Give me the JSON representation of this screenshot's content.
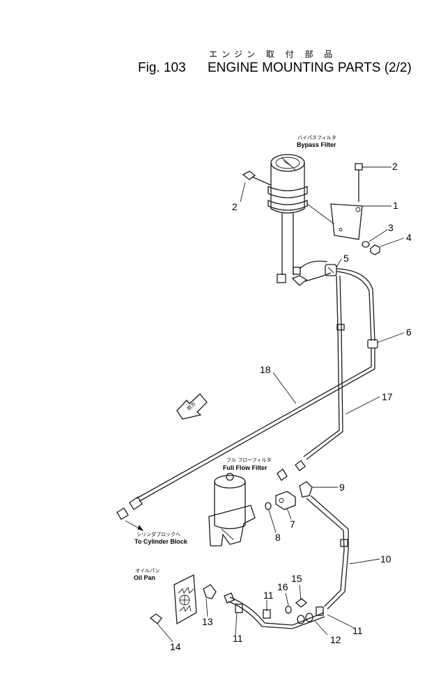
{
  "header": {
    "japanese_title": "エンジン 取 付 部 品",
    "figure_label": "Fig. 103",
    "title": "ENGINE MOUNTING PARTS (2/2)"
  },
  "labels": {
    "bypass_filter_jp": "バイパスフィルタ",
    "bypass_filter_en": "Bypass Filter",
    "full_flow_filter_jp": "フル フローフィルタ",
    "full_flow_filter_en": "Full Flow Filter",
    "cylinder_block_jp": "シリンダブロックへ",
    "cylinder_block_en": "To Cylinder Block",
    "oil_pan_jp": "オイルパン",
    "oil_pan_en": "Oil Pan",
    "front_arrow": "前方"
  },
  "callouts": {
    "c1": "1",
    "c2a": "2",
    "c2b": "2",
    "c3": "3",
    "c4": "4",
    "c5": "5",
    "c6": "6",
    "c7": "7",
    "c8": "8",
    "c9": "9",
    "c10": "10",
    "c11a": "11",
    "c11b": "11",
    "c11c": "11",
    "c12": "12",
    "c13": "13",
    "c14": "14",
    "c15": "15",
    "c16": "16",
    "c17": "17",
    "c18": "18"
  }
}
